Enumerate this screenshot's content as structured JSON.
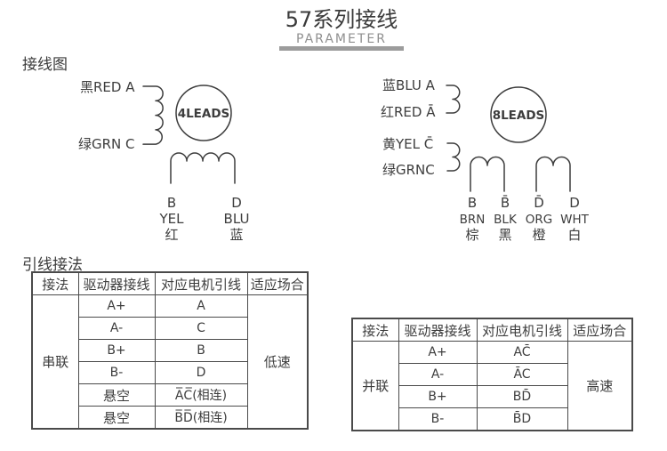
{
  "title": {
    "main": "57系列接线",
    "sub": "PARAMETER"
  },
  "sections": {
    "wiring": "接线图",
    "leads": "引线接法"
  },
  "colors": {
    "text": "#3d3d3d",
    "subtitle_gray": "#8f8f8f",
    "underline_bar": "#9c9c9c",
    "table_border": "#4a4a4a"
  },
  "diagram4": {
    "label": "4LEADS",
    "lead_a": "黑RED A",
    "lead_c": "绿GRN C",
    "bottom": [
      {
        "pin": "B",
        "color_en": "YEL",
        "color_cn": "红"
      },
      {
        "pin": "D",
        "color_en": "BLU",
        "color_cn": "蓝"
      }
    ]
  },
  "diagram8": {
    "label": "8LEADS",
    "left": [
      "蓝BLU A",
      "红RED Ā",
      "黄YEL C̄",
      "绿GRNC"
    ],
    "bottom": [
      {
        "pin": "B",
        "color_en": "BRN",
        "color_cn": "棕"
      },
      {
        "pin": "B̄",
        "color_en": "BLK",
        "color_cn": "黑"
      },
      {
        "pin": "D̄",
        "color_en": "ORG",
        "color_cn": "橙"
      },
      {
        "pin": "D",
        "color_en": "WHT",
        "color_cn": "白"
      }
    ]
  },
  "table_series": {
    "headers": [
      "接法",
      "驱动器接线",
      "对应电机引线",
      "适应场合"
    ],
    "method": "串联",
    "rows": [
      [
        "A+",
        "A"
      ],
      [
        "A-",
        "C"
      ],
      [
        "B+",
        "B"
      ],
      [
        "B-",
        "D"
      ],
      [
        "悬空",
        "A̅C̅(相连)"
      ],
      [
        "悬空",
        "B̅D̅(相连)"
      ]
    ],
    "suitability": "低速"
  },
  "table_parallel": {
    "headers": [
      "接法",
      "驱动器接线",
      "对应电机引线",
      "适应场合"
    ],
    "method": "并联",
    "rows": [
      [
        "A+",
        "AC̄"
      ],
      [
        "A-",
        "ĀC"
      ],
      [
        "B+",
        "BD̄"
      ],
      [
        "B-",
        "B̄D"
      ]
    ],
    "suitability": "高速"
  }
}
